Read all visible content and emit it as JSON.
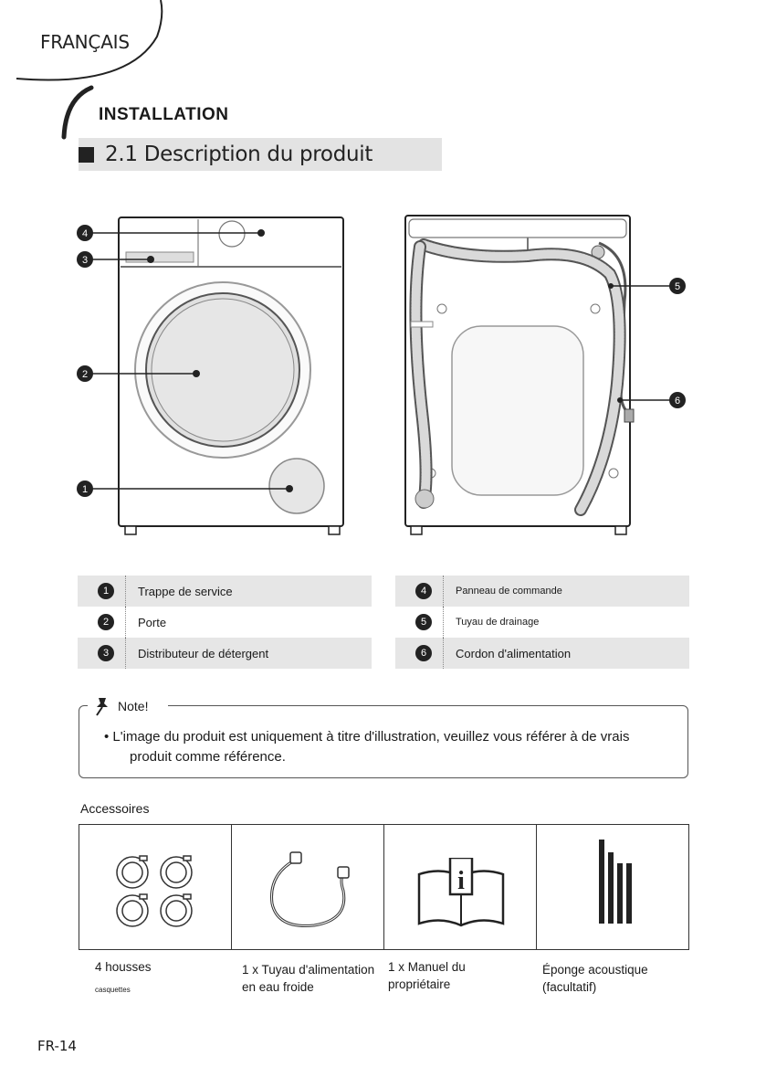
{
  "header": {
    "language": "FRANÇAIS",
    "section_title": "INSTALLATION",
    "subsection_title": "2.1 Description du produit"
  },
  "diagram": {
    "callouts": [
      "4",
      "3",
      "2",
      "1",
      "5",
      "6"
    ]
  },
  "legend": {
    "left": [
      {
        "num": "1",
        "label": "Trappe de service"
      },
      {
        "num": "2",
        "label": "Porte"
      },
      {
        "num": "3",
        "label": "Distributeur de détergent"
      }
    ],
    "right": [
      {
        "num": "4",
        "label": "Panneau de commande"
      },
      {
        "num": "5",
        "label": "Tuyau de drainage"
      },
      {
        "num": "6",
        "label": "Cordon d'alimentation"
      }
    ]
  },
  "note": {
    "label": "Note!",
    "line1": "• L'image du produit est uniquement à titre d'illustration, veuillez vous référer à de vrais",
    "line2": "produit comme référence."
  },
  "accessories": {
    "title": "Accessoires",
    "items": [
      {
        "caption": "4 housses",
        "subcaption": "casquettes",
        "icon": "caps-icon"
      },
      {
        "caption_line1": "1 x Tuyau d'alimentation",
        "caption_line2": "en eau froide",
        "icon": "inlet-hose-icon"
      },
      {
        "caption_line1": "1 x Manuel du",
        "caption_line2": "propriétaire",
        "icon": "manual-icon"
      },
      {
        "caption_line1": "Éponge acoustique",
        "caption_line2": "(facultatif)",
        "icon": "acoustic-sponge-icon"
      }
    ]
  },
  "footer": {
    "page_number": "FR-14"
  }
}
